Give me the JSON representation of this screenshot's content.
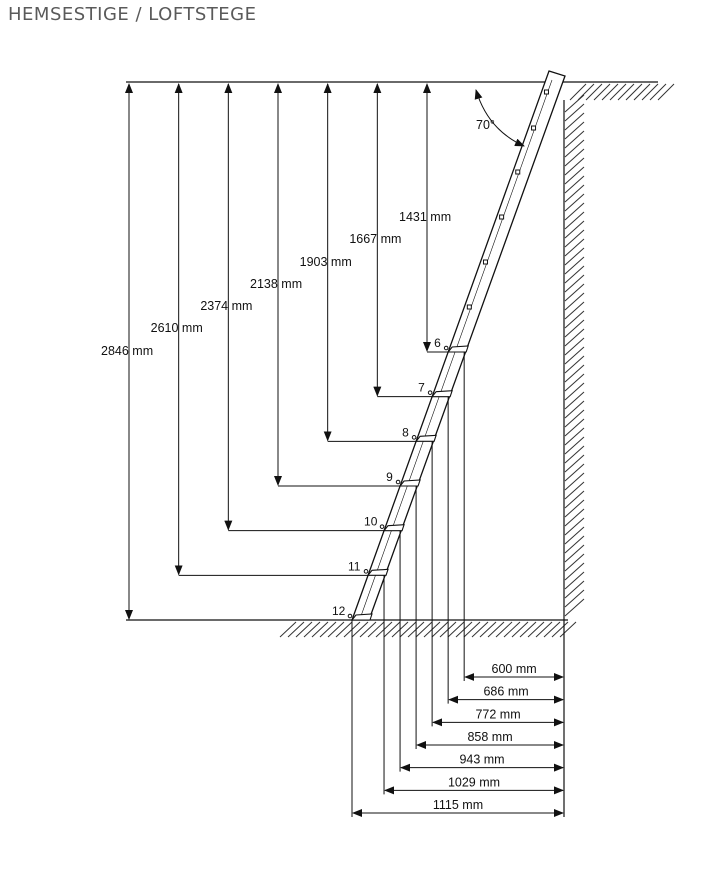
{
  "title": "HEMSESTIGE / LOFTSTEGE",
  "angle_label": "70°",
  "steps": [
    {
      "number": "6",
      "height_label": "1431 mm",
      "run_label": "600 mm"
    },
    {
      "number": "7",
      "height_label": "1667 mm",
      "run_label": "686 mm"
    },
    {
      "number": "8",
      "height_label": "1903 mm",
      "run_label": "772 mm"
    },
    {
      "number": "9",
      "height_label": "2138 mm",
      "run_label": "858 mm"
    },
    {
      "number": "10",
      "height_label": "2374 mm",
      "run_label": "943 mm"
    },
    {
      "number": "11",
      "height_label": "2610 mm",
      "run_label": "1029 mm"
    },
    {
      "number": "12",
      "height_label": "2846 mm",
      "run_label": "1115 mm"
    }
  ]
}
